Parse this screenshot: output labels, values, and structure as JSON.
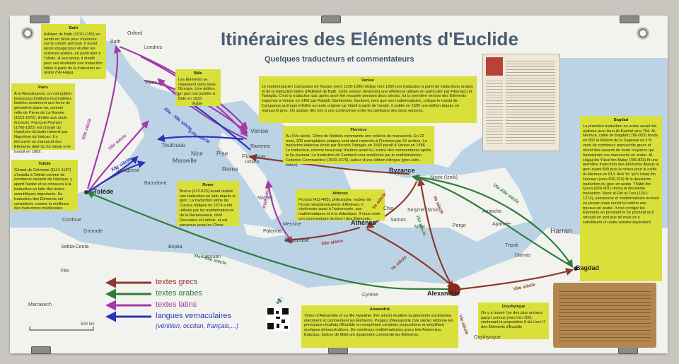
{
  "title": "Itinéraires des Eléments d'Euclide",
  "subtitle": "Quelques traducteurs et commentateurs",
  "colors": {
    "grecs": "#8c3a2b",
    "arabes": "#2f7d3b",
    "latins": "#a23aa6",
    "vernaculaires": "#2a34b8",
    "box": "#d9e03a",
    "sea": "#bcd3e6",
    "land": "#f2f3ef"
  },
  "legend": [
    {
      "label": "textes grecs",
      "key": "grecs"
    },
    {
      "label": "textes arabes",
      "key": "arabes"
    },
    {
      "label": "textes latins",
      "key": "latins"
    },
    {
      "label": "langues vernaculaires",
      "key": "vernaculaires"
    }
  ],
  "legend_note": "(vénitien, occitan, français,...)",
  "scale_label": "500 km",
  "cities": {
    "bath": "Bath",
    "oxford": "Oxford",
    "londres": "Londres",
    "paris": "Paris",
    "bale": "Bâle",
    "toulouse": "Toulouse",
    "marseille": "Marseille",
    "nice": "Nice",
    "pise": "Pise",
    "florence": "Florence",
    "venise": "Venise",
    "ravenne": "Ravenne",
    "urbino": "Urbino",
    "rome": "Rome",
    "naples": "Naples",
    "palerme": "Palerme",
    "messine": "Messine",
    "syracuse": "Syracuse",
    "saragosse": "Saragosse",
    "barcelone": "Barcelone",
    "tolede": "Tolède",
    "cordoue": "Cordoue",
    "grenade": "Grenade",
    "ceuta": "Sebta-Ceuta",
    "bejaia": "Bejaia",
    "kairouan": "Kairouan",
    "fes": "Fès",
    "marrakech": "Marrakech",
    "byzance": "Byzance",
    "nicee": "Nicée (Iznik)",
    "athenes": "Athènes",
    "chio": "Chio",
    "smyrne": "Smyrne (Izmir)",
    "samos": "Samos",
    "milet": "Milet",
    "perge": "Perge",
    "antioche": "Antioche",
    "apamee": "Apamée",
    "harran": "Harran",
    "tripoli": "Tripoli",
    "damas": "Damas",
    "bagdad": "Bagdad",
    "alexandrie": "Alexandrie",
    "cyrene": "Cyrène",
    "oxyrhynque": "Oxyrhynque"
  },
  "route_labels": {
    "xiie_bath": "XIIe siècle",
    "xve_bale": "XVe siècle",
    "xiie_xiie": "XIIe - XIIe siècle",
    "xvie_paris": "XVIe siècle",
    "xiie_tolede": "XIIe siècle",
    "xiie_tolede2": "XIIe siècle",
    "xie_xiie": "XIe - XIIe siècle",
    "xiie_syracuse": "XIIe siècle",
    "ve_athenes": "Ve siècle",
    "ve_alex": "Ve siècle",
    "ve_byz": "Ve siècle",
    "ixe_xiie": "IXe-XIIe siècle",
    "viie": "VIIe siècle",
    "ixe": "IXe siècle",
    "vie": "VIe siècle",
    "xvie_naples": "XVIe siècle"
  },
  "boxes": {
    "bath": {
      "title": "Bath",
      "text": "Adélard de Bath (1070-1150) se rendit en Sicile pour s'instruire sur la culture grecque. Il aurait aussi voyagé pour étudier les sciences arabes, en particulier à Tolède. À son retour, il établit pour ses étudiants une traduction latine à partir de la traduction en arabe d'Al-Hajjaj."
    },
    "paris": {
      "title": "Paris",
      "text": "À la Renaissance, on voit publier beaucoup d'éditions incomplètes limitées seulement aux livres de géométrie plane ou, comme celle de Pierre de La Ramée (1515-1572), limitée aux seuls énoncés. François Peyrard (1760-1822) est chargé du répertoire du butin ramené par Napoléon du Vatican. Il y découvre un manuscrit des Éléments daté du Xe siècle et le traduit en 1809."
    },
    "tolede": {
      "title": "Tolède",
      "text": "Gérard de Crémone (1114-1187) s'installa à Tolède comme de nombreux savants de l'époque, y apprit l'arabe et se consacra à la traduction en latin des textes scientifiques importants. Sa traduction des Éléments est considérée comme la meilleure des traductions médiévales."
    },
    "bale": {
      "title": "Bâle",
      "text": "Les Éléments se répandent dans toute l'Europe. Une édition en grec est publiée à Bâle en 1533."
    },
    "venise": {
      "title": "Venise",
      "text": "Le mathématicien Campanus de Novare (vers 1220-1296) rédige vers 1260 une traduction à partir de traductions arabes et de la traduction latine d'Adélard de Bath. Cette version deviendra une référence utilisée en particulier par Fibonacci et Tartaglia. C'est la traduction qui, après avoir été recopiée pendant deux siècles, fut la première version des Éléments imprimée à Venise en 1482 par Ratdolt. Bartolomeo Zamberti, bien que non mathématicien, critique le travail de Campanus qu'il juge infidèle au texte original car établi à partir de l'arabe. Il publie en 1505 une édition depuis un manuscrit grec. On assiste dès lors à une controverse entre les partisans des deux versions."
    },
    "florence": {
      "title": "Florence",
      "text": "Au XVe siècle, Côme de Médicis commande une collecte de manuscrits. En 22 mois, 200 exemplaires uniques sont ainsi ramenés à Florence par 24 scribes. La traduction italienne écrite par Niccolò Tartaglia en 1543 paraît à Venise en 1586. Le traducteur, comme beaucoup d'autres avant lui, insère des commentaires après le 5e postulat. La traduction de Zamberti sera améliorée par le mathématicien Federico Commandino (1509-1575), auteur d'une édition trilingue (grec-latin-italien)."
    },
    "rome": {
      "title": "Rome",
      "text": "Boèce (470-525) aurait réalisé une traduction en latin depuis le grec. La traduction latine de Clavius rédigée en 1574 a été utilisée par les mathématiciens de la Renaissance, dont Descartes et Leibniz, et est parvenue jusqu'en Chine."
    },
    "athenes": {
      "title": "Athènes",
      "text": "Proclus (412-485), philosophe, recteur de l'école néoplatonicienne d'Athènes. Il s'intéresse aussi à l'astronomie, aux mathématiques et à la didactique. Il nous reste son commentaire du livre I des Éléments."
    },
    "alexandrie": {
      "title": "Alexandrie",
      "text": "Théon d'Alexandrie et sa fille Hypathie (IVe siècle) étudient la géométrie euclidienne, réécrivent et commentent les Éléments. Pappus d'Alexandrie (IVe siècle) redonne les principaux résultats d'Euclide en complétant certaines propositions et simplifiant quelques démonstrations. De nombreux mathématiciens grecs tels Ammonius, Eutocius, Isidore de Milet ont également commenté les Éléments."
    },
    "oxyrhynque": {
      "title": "Oxyrhynque",
      "text": "On y a trouvé l'un des plus anciens papyri connus (vers l'an 100), contenant la proposition 5 du Livre II des Éléments d'Euclide"
    },
    "bagdad": {
      "title": "Bagdad",
      "text": "La première traduction en arabe aurait été réalisée pour Arun Al-Rachid vers 754. Al-Ma'mun, calife de Bagdad (786-833) fonda en 832 la Maison de la Sagesse où il fit venir de nombreux manuscrits grecs et réunit des savants de toute croyance qui traduisirent ces manuscrits en arabe. Al-Hajjaj ibn Yûsuf ibn Matar (786-833) fit une première traduction des Éléments depuis le grec avant 809 puis la révisa pour le calife Al-Ma'mun en 813. Abû Ya' qu'b Ishaq ibn Humayn (vers 830-910) fit la deuxième traduction du grec en arabe. Thâbit ibn Qurra (826-901) révisa la deuxième traduction. Nasir al-Din al-Tusi (1201-1274), astronome et mathématicien écrivait en persan mais écrivit lui-même ses travaux en arabe. Il crut corriger les Éléments en prouvant le 5e postulat qu'il refusait en tant que tel mais en y substituant un autre axiome équivalent."
    }
  }
}
